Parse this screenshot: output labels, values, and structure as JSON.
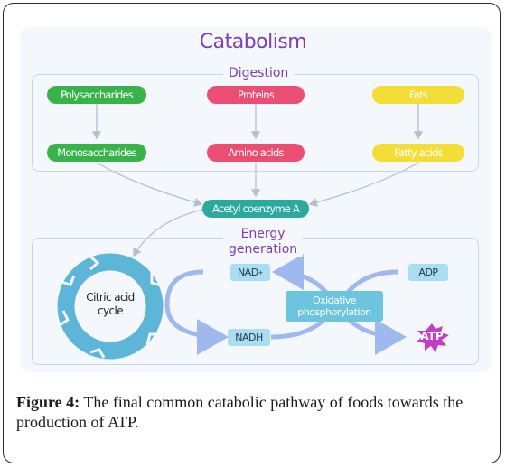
{
  "title": "Catabolism",
  "digestion": {
    "label": "Digestion",
    "inputs": [
      "Polysaccharides",
      "Proteins",
      "Fats"
    ],
    "outputs": [
      "Monosaccharides",
      "Amino acids",
      "Fatty acids"
    ]
  },
  "acetyl": "Acetyl coenzyme A",
  "energy": {
    "label_line1": "Energy",
    "label_line2": "generation",
    "cycle_line1": "Citric acid",
    "cycle_line2": "cycle",
    "nad": "NAD",
    "nad_sup": "+",
    "nadh": "NADH",
    "adp": "ADP",
    "atp": "ATP",
    "oxphos_line1": "Oxidative",
    "oxphos_line2": "phosphorylation"
  },
  "caption": {
    "figure_label": "Figure 4:",
    "text": " The final common catabolic pathway of foods towards the production of ATP."
  },
  "colors": {
    "title": "#7a3fb4",
    "green": "#36b44a",
    "pink": "#ec4d72",
    "yellow": "#f4dd36",
    "teal": "#2aa99c",
    "cycle": "#5db6d8",
    "arrow_blue": "#9fb8ee",
    "atp_star": "#c13ec9"
  }
}
